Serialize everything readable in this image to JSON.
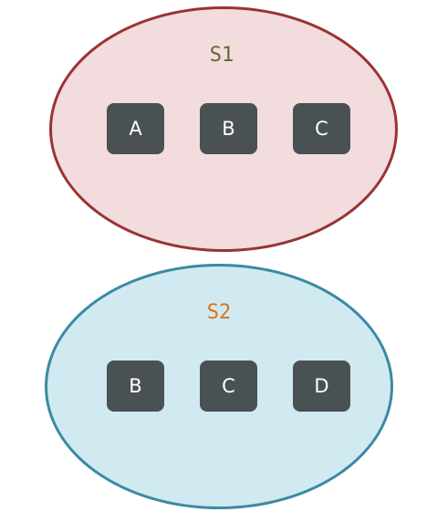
{
  "sets": [
    {
      "label": "S1",
      "elements": [
        "A",
        "B",
        "C"
      ],
      "fill_color": "#f2dcdd",
      "border_color": "#9a3333",
      "label_color": "#5e6a2a"
    },
    {
      "label": "S2",
      "elements": [
        "B",
        "C",
        "D"
      ],
      "fill_color": "#d1e9f0",
      "border_color": "#3a8aa3",
      "label_color": "#d9731f"
    }
  ],
  "element_box_color": "#4a5152",
  "element_text_color": "#ffffff"
}
